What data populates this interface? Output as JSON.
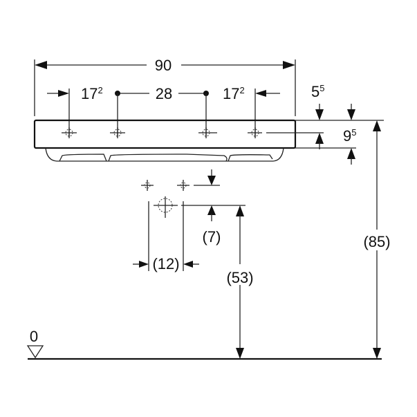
{
  "drawing": {
    "overall_width": "90",
    "tap_spacing_left": {
      "base": "17",
      "sup": "2"
    },
    "tap_spacing_middle": "28",
    "tap_spacing_right": {
      "base": "17",
      "sup": "2"
    },
    "tap_offset_from_top": {
      "base": "5",
      "sup": "5"
    },
    "rim_height": {
      "base": "9",
      "sup": "5"
    },
    "total_height": "(85)",
    "drain_offset": "(7)",
    "drain_width": "(12)",
    "drain_height": "(53)",
    "floor_level": "0"
  }
}
